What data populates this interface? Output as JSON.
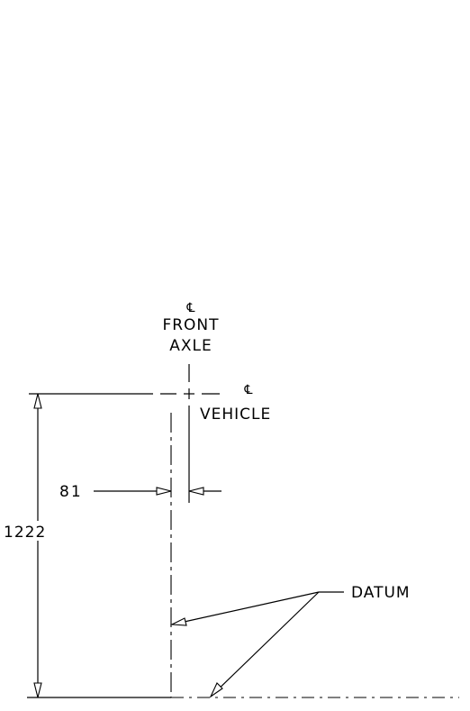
{
  "labels": {
    "front_axle_centerline_symbol": "℄",
    "front_axle_line1": "FRONT",
    "front_axle_line2": "AXLE",
    "vehicle_centerline_symbol": "℄",
    "vehicle": "VEHICLE",
    "offset_dimension": "81",
    "height_dimension": "1222",
    "datum": "DATUM"
  }
}
